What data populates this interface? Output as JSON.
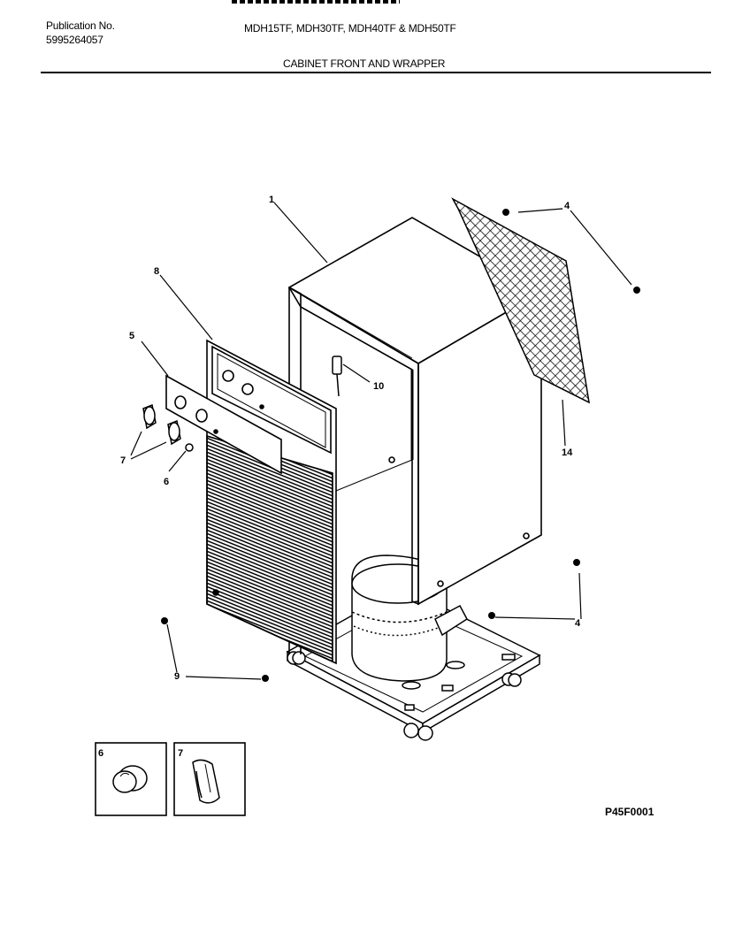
{
  "header": {
    "publication_label": "Publication No.",
    "publication_number": "5995264057",
    "models": "MDH15TF, MDH30TF, MDH40TF & MDH50TF",
    "section_title": "CABINET FRONT AND WRAPPER"
  },
  "callouts": {
    "c1": "1",
    "c4a": "4",
    "c4b": "4",
    "c5": "5",
    "c6": "6",
    "c7": "7",
    "c8": "8",
    "c9": "9",
    "c10": "10",
    "c14": "14"
  },
  "insets": {
    "knob_label": "6",
    "handle_label": "7"
  },
  "footer": {
    "reference_code": "P45F0001"
  }
}
